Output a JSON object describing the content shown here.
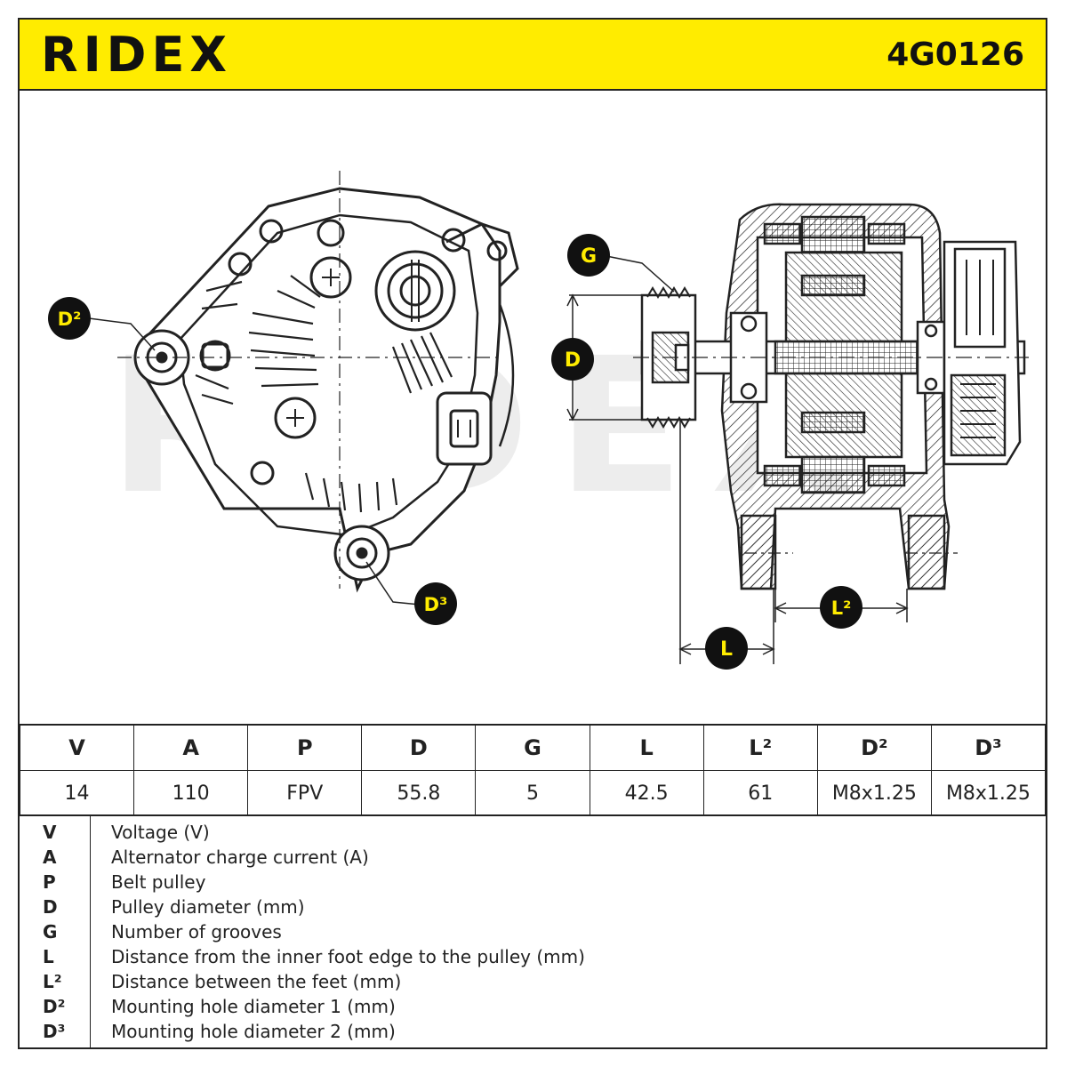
{
  "header": {
    "brand": "RIDEX",
    "part_number": "4G0126",
    "background_color": "#ffec00"
  },
  "diagram": {
    "watermark": "RIDEX",
    "callouts": {
      "d2": "D²",
      "d3": "D³",
      "g": "G",
      "d": "D",
      "l": "L",
      "l2": "L²"
    }
  },
  "specs": {
    "headers": [
      "V",
      "A",
      "P",
      "D",
      "G",
      "L",
      "L²",
      "D²",
      "D³"
    ],
    "values": [
      "14",
      "110",
      "FPV",
      "55.8",
      "5",
      "42.5",
      "61",
      "M8x1.25",
      "M8x1.25"
    ]
  },
  "legend": [
    {
      "key": "V",
      "desc": "Voltage (V)"
    },
    {
      "key": "A",
      "desc": "Alternator charge current (A)"
    },
    {
      "key": "P",
      "desc": "Belt pulley"
    },
    {
      "key": "D",
      "desc": "Pulley diameter (mm)"
    },
    {
      "key": "G",
      "desc": "Number of grooves"
    },
    {
      "key": "L",
      "desc": "Distance from the inner foot edge to the pulley (mm)"
    },
    {
      "key": "L²",
      "desc": "Distance between the feet (mm)"
    },
    {
      "key": "D²",
      "desc": "Mounting hole diameter 1 (mm)"
    },
    {
      "key": "D³",
      "desc": "Mounting hole diameter 2 (mm)"
    }
  ]
}
